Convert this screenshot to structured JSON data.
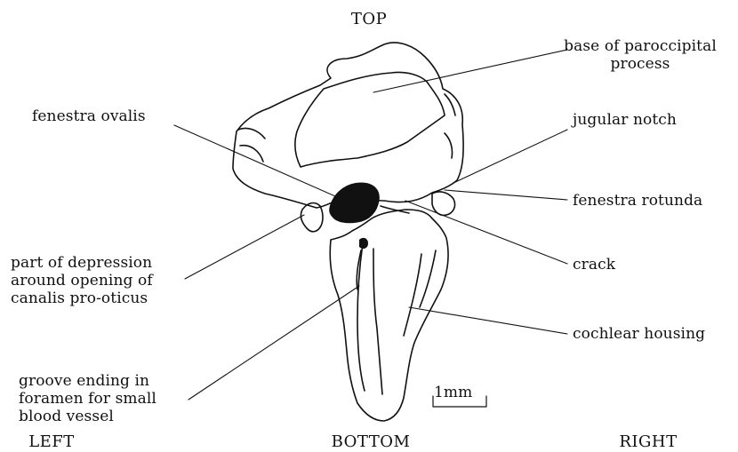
{
  "orientation": {
    "top": "TOP",
    "bottom": "BOTTOM",
    "left": "LEFT",
    "right": "RIGHT"
  },
  "labels": {
    "base_paroccipital": "base of paroccipital\nprocess",
    "fenestra_ovalis": "fenestra ovalis",
    "jugular_notch": "jugular notch",
    "fenestra_rotunda": "fenestra rotunda",
    "depression": "part of depression\naround opening of\ncanalis pro-oticus",
    "crack": "crack",
    "cochlear_housing": "cochlear housing",
    "groove": "groove ending in\nforamen for small\nblood vessel"
  },
  "scale_bar": {
    "label": "1mm"
  },
  "colors": {
    "ink": "#111111",
    "background": "#ffffff"
  }
}
